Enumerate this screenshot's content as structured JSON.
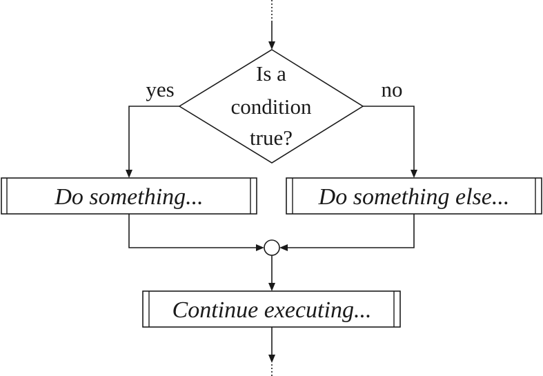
{
  "decision": {
    "lines": [
      "Is a",
      "condition",
      "true?"
    ]
  },
  "branches": {
    "yes_label": "yes",
    "no_label": "no"
  },
  "steps": {
    "yes_action": "Do something...",
    "no_action": "Do something else...",
    "continue_action": "Continue executing..."
  }
}
